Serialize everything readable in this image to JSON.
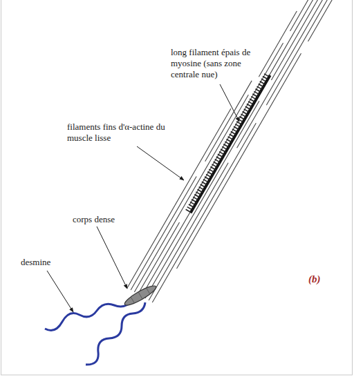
{
  "diagram": {
    "labels": [
      "long filament épais de myosine (sans zone centrale nue)",
      "filaments fins d'α-actine du muscle lisse",
      "corps dense",
      "desmine",
      "(b)"
    ]
  }
}
